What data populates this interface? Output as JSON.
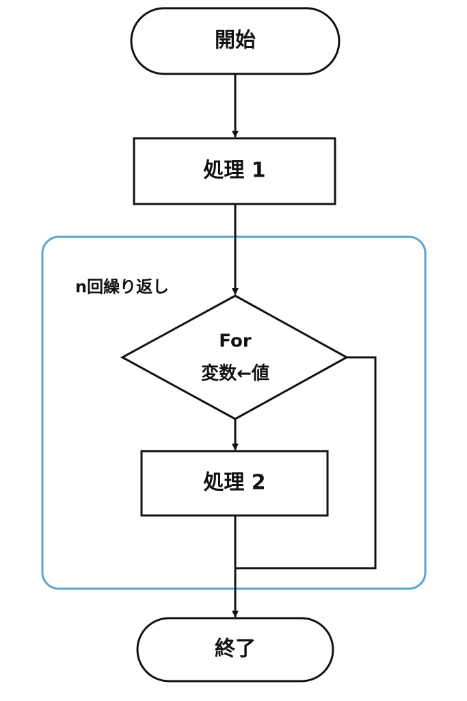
{
  "flowchart": {
    "start": {
      "label": "開始"
    },
    "process1": {
      "label": "処理 1"
    },
    "loop": {
      "label": "n回繰り返し",
      "border_color": "#5ba3cf"
    },
    "decision": {
      "line1": "For",
      "line2": "変数",
      "arrow": "←",
      "line2_value": "値"
    },
    "process2": {
      "label": "処理 2"
    },
    "end": {
      "label": "終了"
    }
  }
}
